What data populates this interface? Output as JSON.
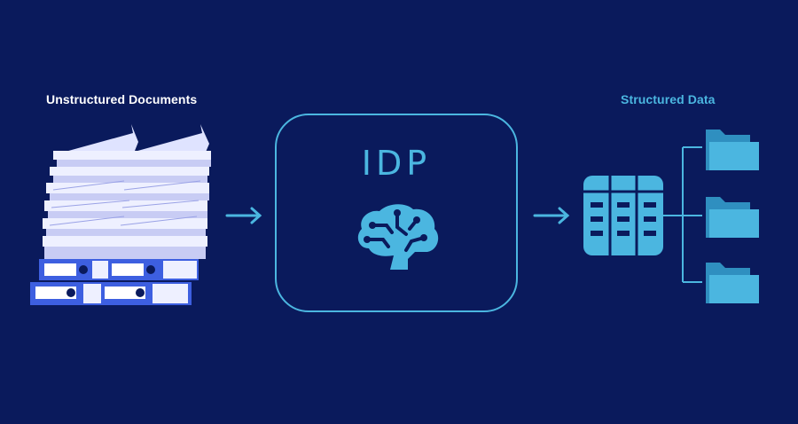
{
  "diagram": {
    "left_label": "Unstructured Documents",
    "center_label": "IDP",
    "right_label": "Structured Data"
  },
  "colors": {
    "background": "#0a1a5c",
    "accent": "#4bb6e0",
    "paper": "#eef0ff",
    "paper_shade": "#c8ccf4",
    "binder": "#3d5fe0"
  },
  "icons": [
    "paper-stack-icon",
    "binder-icon",
    "arrow-right-icon",
    "brain-circuit-icon",
    "server-database-icon",
    "folder-icon"
  ]
}
